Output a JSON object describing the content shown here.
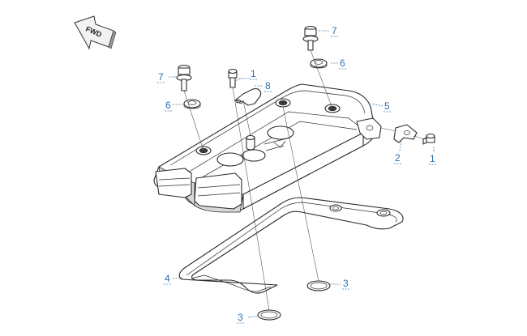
{
  "fwd_label": "FWD",
  "callouts": {
    "c1_top": "1",
    "c1_right": "1",
    "c2": "2",
    "c3_right": "3",
    "c3_bottom": "3",
    "c4": "4",
    "c5": "5",
    "c6_left": "6",
    "c6_right": "6",
    "c7_left": "7",
    "c7_right": "7",
    "c8": "8"
  },
  "colors": {
    "callout": "#2f6fa8",
    "line": "#2a2a2a"
  }
}
